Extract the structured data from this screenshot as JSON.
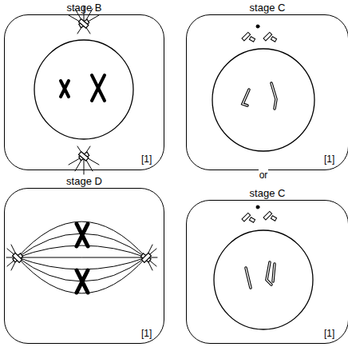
{
  "diagram": {
    "nodes": [
      {
        "text": [
          "stage B"
        ]
      },
      {
        "text": [
          "stage C"
        ]
      },
      {
        "text": [
          "stage D"
        ]
      },
      {
        "text": [
          "stage C"
        ]
      }
    ],
    "labels": [
      "or",
      "[1]",
      "[1]",
      "[1]",
      "[1]"
    ]
  }
}
